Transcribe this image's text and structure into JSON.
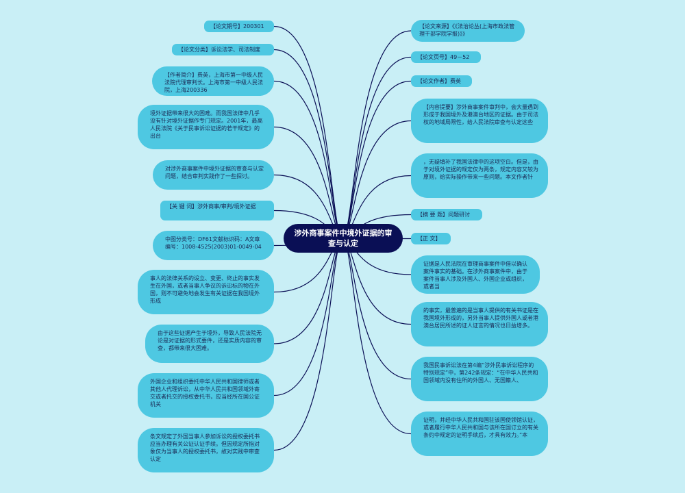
{
  "center": {
    "title": "涉外商事案件中境外证据的审查与认定"
  },
  "left_nodes": [
    {
      "id": "L1",
      "text": "【论文期号】200301"
    },
    {
      "id": "L2",
      "text": "【论文分类】诉讼法学、司法制度"
    },
    {
      "id": "L3",
      "text": "【作者简介】费英，上海市第一中级人民法院代理审判长。上海市第一中级人民法院，上海200336"
    },
    {
      "id": "L4",
      "text": "境外证据带来很大的困难。而我国法律中几乎没有针对境外证据作专门规定。2001年，最高人民法院《关于民事诉讼证据的若干规定》的出台"
    },
    {
      "id": "L5",
      "text": "对涉外商事案件中境外证据的审查与认定问题，结合审判实践作了一些探讨。"
    },
    {
      "id": "L6",
      "text": "【关 键 词】涉外商事/审判/境外证据"
    },
    {
      "id": "L7",
      "text": "中图分类号：DF61文献标识码：A文章编号：1008-4525(2003)01-0049-04"
    },
    {
      "id": "L8",
      "text": "事人的法律关系的设立、变更、终止的事实发生在外国，或者当事人争议的诉讼标的物在外国，则不可避免地会发生有关证据在我国境外形成"
    },
    {
      "id": "L9",
      "text": "由于这些证据产生于境外，导致人民法院无论是对证据的形式要件，还是实质内容的审查，都带来很大困难。"
    },
    {
      "id": "L10",
      "text": "外国企业和组织委托中华人民共和国律师或者其他人代理诉讼，从中华人民共和国领域外寄交或者托交的授权委托书，应当经所在国公证机关"
    },
    {
      "id": "L11",
      "text": "条文规定了外国当事人参加诉讼的授权委托书应当办理有关公证认证手续。但因规定所指对象仅为当事人的授权委托书，故对实践中审查认定"
    }
  ],
  "right_nodes": [
    {
      "id": "R1",
      "text": "【论文来源】《《法治论丛(上海市政法管理干部学院学报)》》"
    },
    {
      "id": "R2",
      "text": "【论文页号】49－52"
    },
    {
      "id": "R3",
      "text": "【论文作者】费英"
    },
    {
      "id": "R4",
      "text": "【内容提要】涉外商事案件审判中，会大量遇到形成于我国境外及港澳台地区的证据。由于司法权的地域局限性，给人民法院审查与认定这些"
    },
    {
      "id": "R5",
      "text": "，无疑填补了我国法律中的这项空白。但是，由于对境外证据的规定仅为两条，规定内容又较为原则，给实际操作带来一些问题。本文作者针"
    },
    {
      "id": "R6",
      "text": "【摘 要 题】问题研讨"
    },
    {
      "id": "R7",
      "text": "【正 文】"
    },
    {
      "id": "R8",
      "text": "证据是人民法院在审理商事案件中借以确认案件事实的基础。在涉外商事案件中，由于案件当事人涉及外国人、外国企业或组织，或者当"
    },
    {
      "id": "R9",
      "text": "的事实，最普遍的是当事人提供的有关书证是在我国境外形成的，另外当事人提供外国人或者港澳台居民所述的证人证言的情况也日益增多。"
    },
    {
      "id": "R10",
      "text": "我国民事诉讼法在第4编“涉外民事诉讼程序的特别规定”中，第242条规定：“在中华人民共和国领域内没有住所的外国人、无国籍人、"
    },
    {
      "id": "R11",
      "text": "证明，并经中华人民共和国驻该国使领馆认证，或者履行中华人民共和国与该所在国订立的有关条约中规定的证明手续后，才具有效力。”本"
    }
  ],
  "colors": {
    "background": "#c9eff6",
    "node": "#4ec8e2",
    "center": "#0a0f55",
    "link": "#0a0f55",
    "node_text": "#1b2a55"
  }
}
